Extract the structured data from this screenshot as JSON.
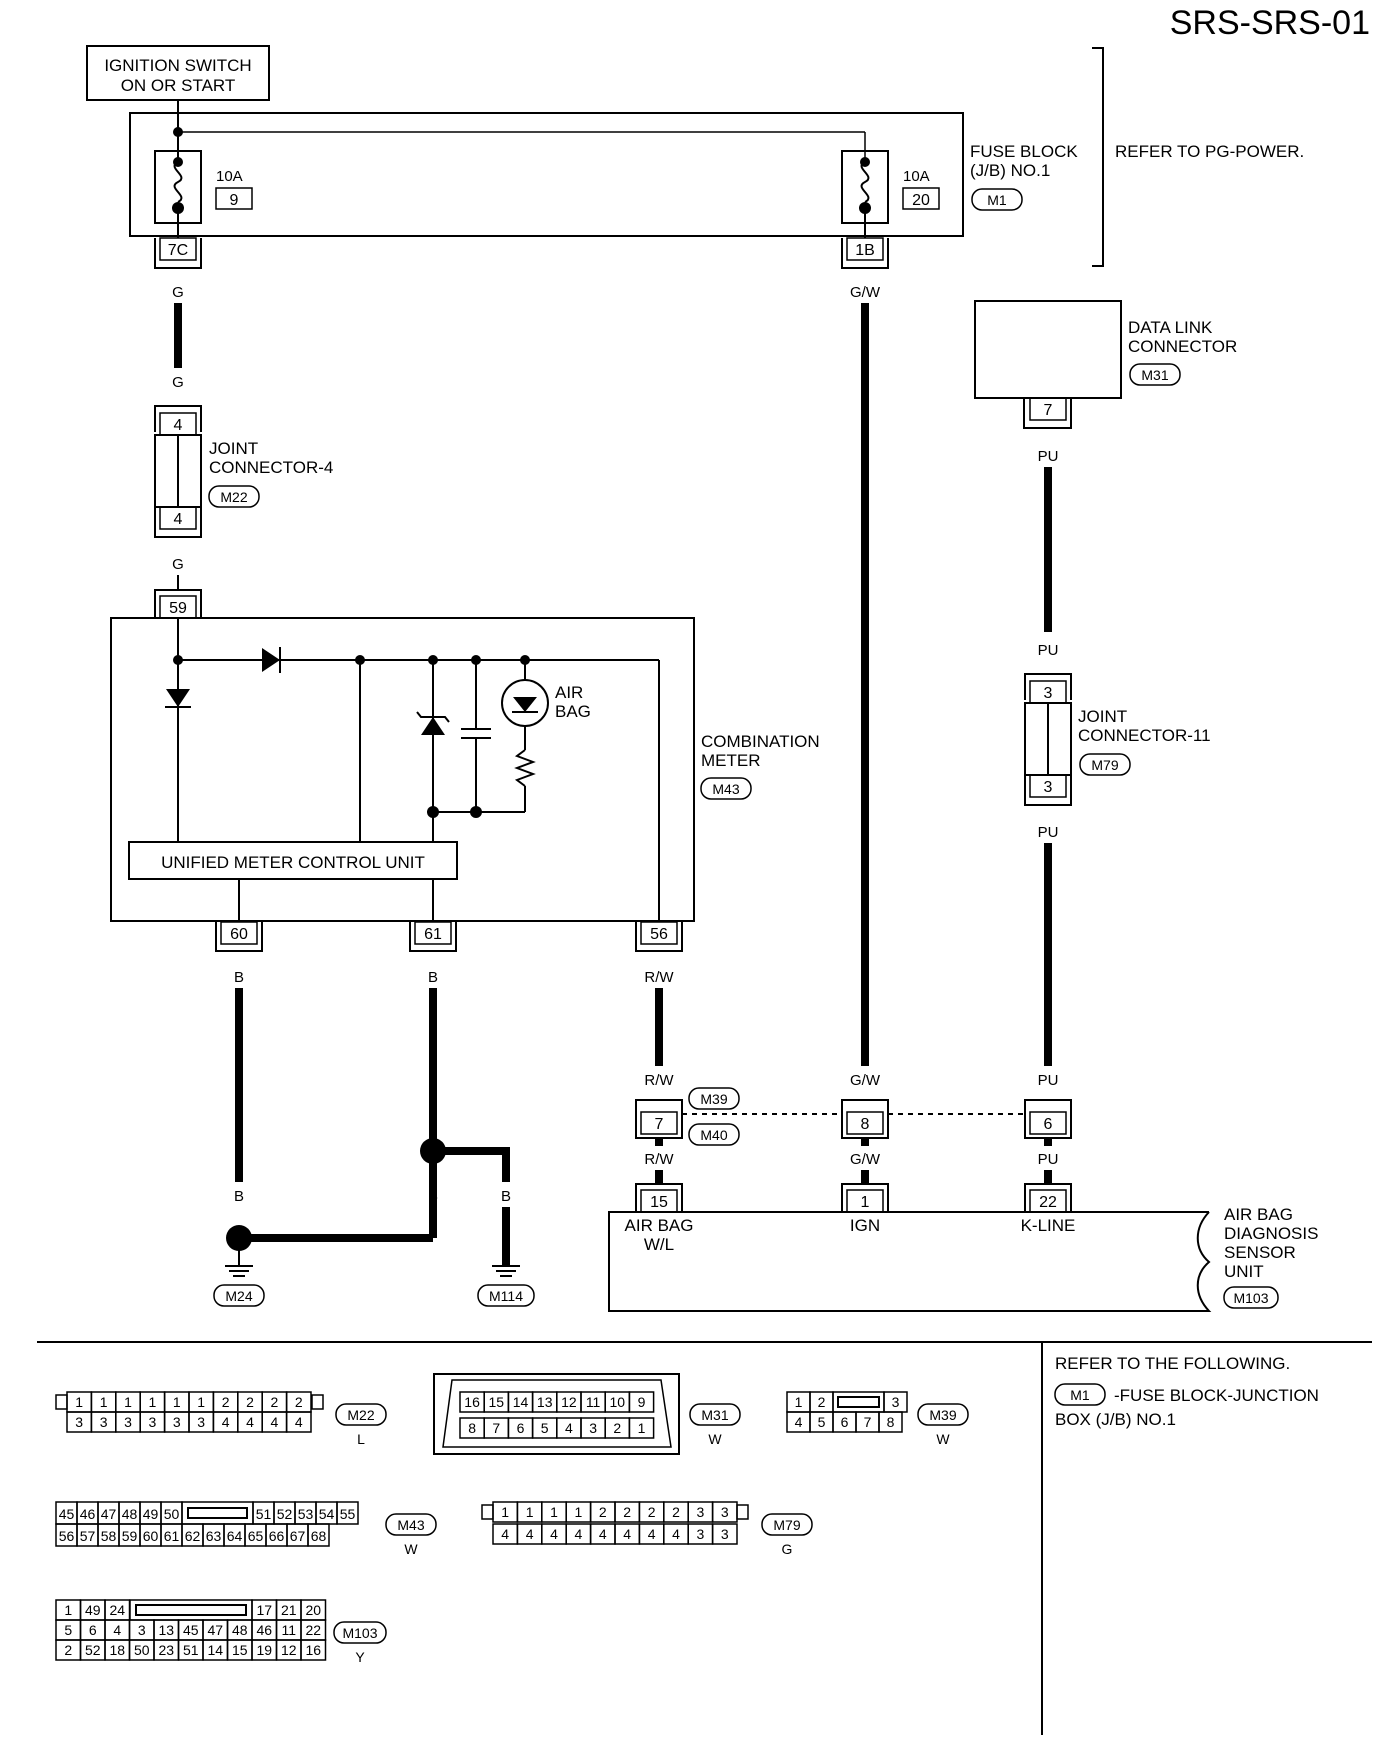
{
  "title": "SRS-SRS-01",
  "ignition_switch": [
    "IGNITION SWITCH",
    "ON OR START"
  ],
  "fuse_block": {
    "label": [
      "FUSE BLOCK",
      "(J/B) NO.1"
    ],
    "connector": "M1",
    "refer": "REFER TO PG-POWER.",
    "fuses": [
      {
        "amps": "10A",
        "number": "9",
        "terminal": "7C"
      },
      {
        "amps": "10A",
        "number": "20",
        "terminal": "1B"
      }
    ]
  },
  "joint_connector_4": {
    "label": [
      "JOINT",
      "CONNECTOR-4"
    ],
    "connector": "M22",
    "pin_top": "4",
    "pin_bottom": "4"
  },
  "combination_meter": {
    "label": [
      "COMBINATION",
      "METER"
    ],
    "connector": "M43",
    "control_unit": "UNIFIED METER CONTROL UNIT",
    "lamp": [
      "AIR",
      "BAG"
    ],
    "pin_in": "59",
    "pins_out": [
      "60",
      "61",
      "56"
    ]
  },
  "data_link_connector": {
    "label": [
      "DATA LINK",
      "CONNECTOR"
    ],
    "connector": "M31",
    "pin": "7"
  },
  "joint_connector_11": {
    "label": [
      "JOINT",
      "CONNECTOR-11"
    ],
    "connector": "M79",
    "pin_top": "3",
    "pin_bottom": "3"
  },
  "inline_connector": {
    "top": "M39",
    "bottom": "M40",
    "pins": [
      "7",
      "8",
      "6"
    ]
  },
  "sensor_unit": {
    "label": [
      "AIR BAG",
      "DIAGNOSIS",
      "SENSOR",
      "UNIT"
    ],
    "connector": "M103",
    "pins": [
      "15",
      "1",
      "22"
    ],
    "terminals": [
      [
        "AIR BAG",
        "W/L"
      ],
      [
        "IGN"
      ],
      [
        "K-LINE"
      ]
    ]
  },
  "wire_colors": {
    "g": "G",
    "gw": "G/W",
    "pu": "PU",
    "b": "B",
    "rw": "R/W"
  },
  "grounds": [
    "M24",
    "M114"
  ],
  "refer_following": [
    "REFER TO THE FOLLOWING.",
    "-FUSE BLOCK-JUNCTION",
    "BOX (J/B) NO.1"
  ],
  "refer_connector": "M1",
  "connector_views": {
    "m22": {
      "id": "M22",
      "color": "L",
      "top": [
        "1",
        "1",
        "1",
        "1",
        "1",
        "1",
        "2",
        "2",
        "2",
        "2"
      ],
      "bottom": [
        "3",
        "3",
        "3",
        "3",
        "3",
        "3",
        "4",
        "4",
        "4",
        "4"
      ]
    },
    "m31": {
      "id": "M31",
      "color": "W",
      "top": [
        "16",
        "15",
        "14",
        "13",
        "12",
        "11",
        "10",
        "9"
      ],
      "bottom": [
        "8",
        "7",
        "6",
        "5",
        "4",
        "3",
        "2",
        "1"
      ]
    },
    "m39": {
      "id": "M39",
      "color": "W",
      "top": [
        "1",
        "2",
        "3"
      ],
      "bottom": [
        "4",
        "5",
        "6",
        "7",
        "8"
      ]
    },
    "m43": {
      "id": "M43",
      "color": "W",
      "top_left": [
        "45",
        "46",
        "47",
        "48",
        "49",
        "50"
      ],
      "top_right": [
        "51",
        "52",
        "53",
        "54",
        "55"
      ],
      "bottom": [
        "56",
        "57",
        "58",
        "59",
        "60",
        "61",
        "62",
        "63",
        "64",
        "65",
        "66",
        "67",
        "68"
      ]
    },
    "m79": {
      "id": "M79",
      "color": "G",
      "top": [
        "1",
        "1",
        "1",
        "1",
        "2",
        "2",
        "2",
        "2",
        "3",
        "3"
      ],
      "bottom": [
        "4",
        "4",
        "4",
        "4",
        "4",
        "4",
        "4",
        "4",
        "3",
        "3"
      ]
    },
    "m103": {
      "id": "M103",
      "color": "Y",
      "row1_left": [
        "1",
        "49",
        "24"
      ],
      "row1_right": [
        "17",
        "21",
        "20"
      ],
      "row2": [
        "5",
        "6",
        "4",
        "3",
        "13",
        "45",
        "47",
        "48",
        "46",
        "11",
        "22"
      ],
      "row3": [
        "2",
        "52",
        "18",
        "50",
        "23",
        "51",
        "14",
        "15",
        "19",
        "12",
        "16"
      ]
    }
  }
}
